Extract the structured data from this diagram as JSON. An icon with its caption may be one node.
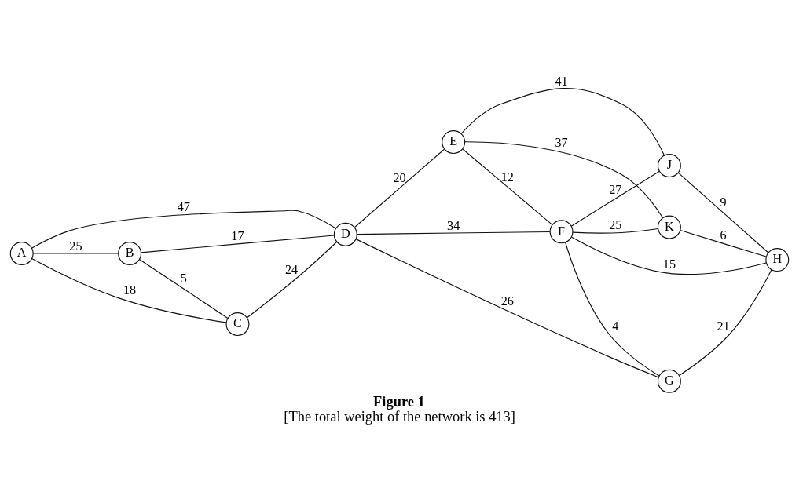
{
  "diagram": {
    "title": "Figure 1",
    "caption": "[The total weight of the network is 413]",
    "nodes": [
      {
        "text": [
          "A"
        ]
      },
      {
        "text": [
          "B"
        ]
      },
      {
        "text": [
          "C"
        ]
      },
      {
        "text": [
          "D"
        ]
      },
      {
        "text": [
          "E"
        ]
      },
      {
        "text": [
          "F"
        ]
      },
      {
        "text": [
          "G"
        ]
      },
      {
        "text": [
          "H"
        ]
      },
      {
        "text": [
          "J"
        ]
      },
      {
        "text": [
          "K"
        ]
      }
    ],
    "edges": [
      {
        "from": 0,
        "to": 1,
        "arrow": "none",
        "label": "25"
      },
      {
        "from": 1,
        "to": 3,
        "arrow": "none",
        "label": "17"
      },
      {
        "from": 1,
        "to": 2,
        "arrow": "none",
        "label": "5"
      },
      {
        "from": 0,
        "to": 3,
        "arrow": "none",
        "label": "47"
      },
      {
        "from": 0,
        "to": 2,
        "arrow": "none",
        "label": "18"
      },
      {
        "from": 2,
        "to": 3,
        "arrow": "none",
        "label": "24"
      },
      {
        "from": 3,
        "to": 4,
        "arrow": "none",
        "label": "20"
      },
      {
        "from": 3,
        "to": 5,
        "arrow": "none",
        "label": "34"
      },
      {
        "from": 3,
        "to": 6,
        "arrow": "none",
        "label": "26"
      },
      {
        "from": 4,
        "to": 5,
        "arrow": "none",
        "label": "12"
      },
      {
        "from": 4,
        "to": 9,
        "arrow": "none",
        "label": "37"
      },
      {
        "from": 4,
        "to": 8,
        "arrow": "none",
        "label": "41"
      },
      {
        "from": 5,
        "to": 9,
        "arrow": "none",
        "label": "25"
      },
      {
        "from": 5,
        "to": 8,
        "arrow": "none",
        "label": "27"
      },
      {
        "from": 5,
        "to": 6,
        "arrow": "none",
        "label": "4"
      },
      {
        "from": 5,
        "to": 7,
        "arrow": "none",
        "label": "15"
      },
      {
        "from": 8,
        "to": 7,
        "arrow": "none",
        "label": "9"
      },
      {
        "from": 9,
        "to": 7,
        "arrow": "none",
        "label": "6"
      },
      {
        "from": 6,
        "to": 7,
        "arrow": "none",
        "label": "21"
      }
    ]
  }
}
